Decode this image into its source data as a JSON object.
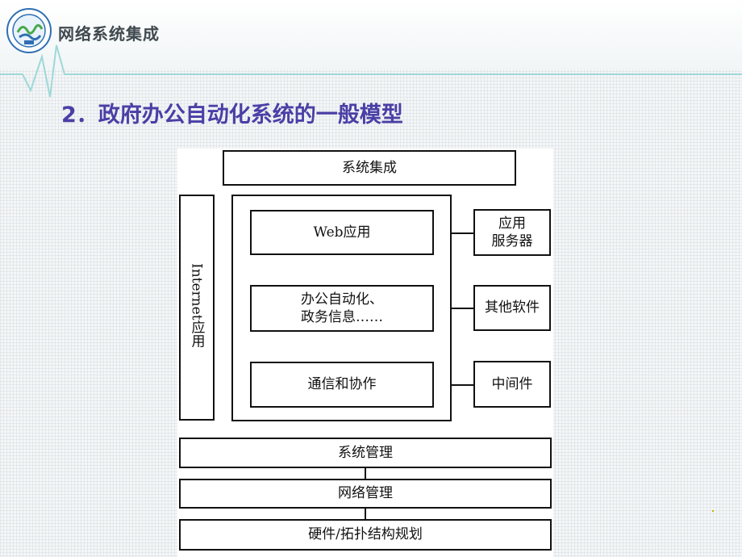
{
  "header": {
    "title": "网络系统集成",
    "logo_icon": "university-seal-icon"
  },
  "slide": {
    "title": "2．政府办公自动化系统的一般模型"
  },
  "diagram": {
    "top_box": "系统集成",
    "left_vertical": "Internet应用",
    "inner_boxes": [
      "Web应用",
      "办公自动化、\n政务信息……",
      "通信和协作"
    ],
    "right_boxes": [
      "应用\n服务器",
      "其他软件",
      "中间件"
    ],
    "bottom_boxes": [
      "系统管理",
      "网络管理",
      "硬件/拓扑结构规划"
    ]
  },
  "colors": {
    "title_color": "#4a3fa6",
    "pulse_color": "#9fd8d8",
    "seal_blue": "#2f6fb3",
    "seal_green": "#4aa84a"
  }
}
